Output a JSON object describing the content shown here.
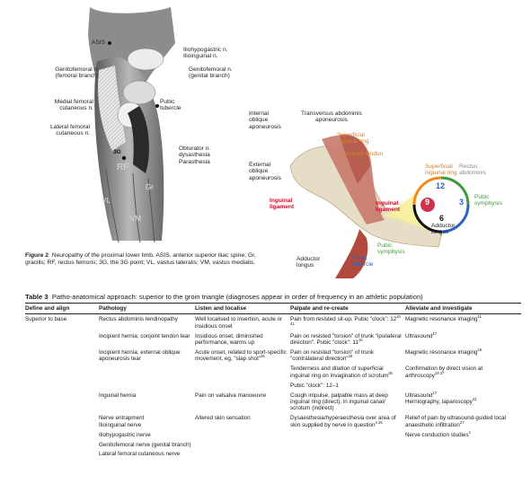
{
  "figure": {
    "leg_labels": {
      "asis": "ASIS",
      "iliohypogastric": "Iliohypogastric n.\nIlioinguinal n.",
      "genitofemoral_femoral": "Genitofemoral n.\n(femoral branch)",
      "genitofemoral_genital": "Genitofemoral n.\n(genital branch)",
      "medial_femoral": "Medial femoral\ncutaneous n.",
      "pubic_tubercle": "Pubic\ntubercle",
      "lateral_femoral": "Lateral femoral\ncutaneous n.",
      "obturator": "Obturator n.\ndysasthesia\nParasthesia",
      "three_g": "3G",
      "rf": "RF",
      "vl": "VL",
      "vm": "VM",
      "gr": "Gr"
    },
    "groin_labels": {
      "internal_oblique": "Internal\noblique\naponeurosis",
      "transversus": "Transversus abdominis\naponeurosis",
      "superficial_ring": "Superficial\ninguinal ring",
      "conjoint_tendon": "Conjoint tendon",
      "external_oblique": "External\noblique\naponeurosis",
      "inguinal_ligament": "Inguinal\nligament",
      "inguinal_ligament_2": "Inguinal\nligament",
      "superficial_ring_2": "Superficial\ninguinal ring",
      "rectus_abdominis": "Rectus\nabdominis",
      "pubic_symphysis": "Pubic\nsymphysis",
      "adductor_longus": "Adductor\nlongus",
      "pubic_symphysis_2": "Pubic\nsymphysis",
      "adductor_longus_2": "Adductor\nlongus",
      "pubic_tubercle": "Pubic\ntubercle"
    },
    "clock": {
      "n12": "12",
      "n3": "3",
      "n6": "6",
      "n9": "9"
    },
    "caption_label": "Figure 2",
    "caption_text": "Neuropathy of the proximal lower limb. ASIS, anterior superior iliac spine; Gr, gracilis; RF, rectus femoris; 3G, the 3G point; VL, vastus lateralis; VM, vastus medialis.",
    "colors": {
      "red": "#c8102e",
      "orange": "#f08c1e",
      "green": "#3f9a3f",
      "blue": "#2a61c9",
      "yellow": "#f7ef9a"
    }
  },
  "table": {
    "label": "Table 3",
    "title": "Patho-anatomical approach: superior to the groin triangle (diagnoses appear in order of frequency in an athletic population)",
    "headers": [
      "Define and align",
      "Pathology",
      "Listen and localise",
      "Palpate and re-create",
      "Alleviate and investigate"
    ],
    "rows": [
      {
        "a": "Superior to base",
        "b": "Rectus abdominis tendinopathy",
        "c": "Well localised to insertion, acute or insidious onset",
        "d": "Pain from resisted sit-up. Pubic \"clock\": 12",
        "d_sup": "10 41",
        "e": "Magnetic resonance imaging",
        "e_sup": "11"
      },
      {
        "a": "",
        "b": "Incipient hernia; conjoint tendon tear",
        "c": "Insidious onset, diminished performance, warms up",
        "d": "Pain on resisted \"torsion\" of trunk \"ipsilateral direction\". Pubic \"clock\": 11",
        "d_sup": "15",
        "e": "Ultrasound",
        "e_sup": "17"
      },
      {
        "a": "",
        "b": "Incipient hernia; external oblique aponeurosis tear",
        "c": "Acute onset, related to sport-specific movement, eg, \"slap shot\"",
        "c_sup": "26",
        "d": "Pain on resisted \"torsion\" of trunk \"contralateral direction\"",
        "d_sup": "19",
        "e": "Magnetic resonance imaging",
        "e_sup": "16"
      },
      {
        "a": "",
        "b": "",
        "c": "",
        "d": "Tenderness and dilation of superficial inguinal ring on invagination of scrotum",
        "d_sup": "25",
        "e": "Confirmation by direct vision at arthroscopy",
        "e_sup": "19 27"
      },
      {
        "a": "",
        "b": "",
        "c": "",
        "d": "Pubic \"clock\": 12–1",
        "e": ""
      },
      {
        "a": "",
        "b": "Inguinal hernia",
        "c": "Pain on valsalva manoeuvre",
        "d": "Cough impulse, palpable mass at deep inguinal ring (direct), in inguinal canal/ scrotum (indirect)",
        "e": "Ultrasound",
        "e_sup": "17",
        "e2": "Herniography, laparoscopy",
        "e2_sup": "42"
      },
      {
        "a": "",
        "b": "Nerve entrapment\nIlioinguinal nerve",
        "c": "Altered skin sensation",
        "d": "Dysaesthesia/hyperaesthesia over area of skin supplied by nerve in question",
        "d_sup": "4 26",
        "e": "Relief of pain by ultrasound-guided local anaesthetic infiltration",
        "e_sup": "27"
      },
      {
        "a": "",
        "b": "Iliohypogastric nerve",
        "c": "",
        "d": "",
        "e": "Nerve conduction studies",
        "e_sup": "1"
      },
      {
        "a": "",
        "b": "Genitofemoral nerve (genital branch)",
        "c": "",
        "d": "",
        "e": ""
      },
      {
        "a": "",
        "b": "Lateral femoral cutaneous nerve",
        "c": "",
        "d": "",
        "e": ""
      }
    ]
  }
}
